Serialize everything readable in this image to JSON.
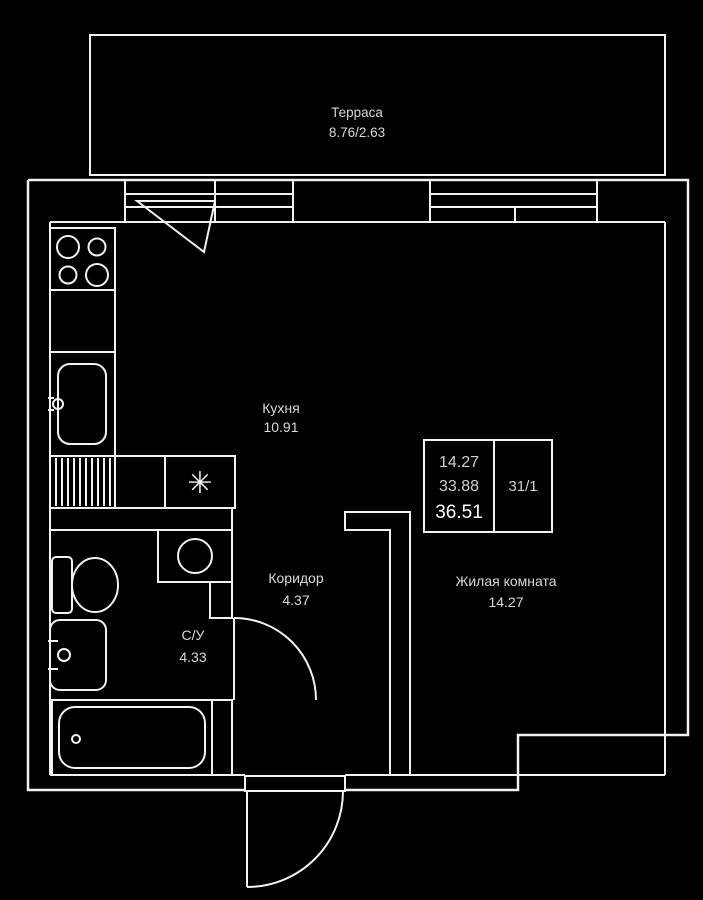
{
  "floor_plan": {
    "colors": {
      "background": "#000000",
      "line": "#f2f2f2",
      "text": "#d9d9d9"
    },
    "rooms": {
      "terrace": {
        "name": "Терраса",
        "area": "8.76/2.63"
      },
      "kitchen": {
        "name": "Кухня",
        "area": "10.91"
      },
      "corridor": {
        "name": "Коридор",
        "area": "4.37"
      },
      "bathroom": {
        "name": "С/У",
        "area": "4.33"
      },
      "living_room": {
        "name": "Жилая комната",
        "area": "14.27"
      }
    },
    "info_box": {
      "living_area": "14.27",
      "floor_area": "33.88",
      "total_area": "36.51",
      "unit_number": "31/1"
    },
    "symbols": {
      "refrigerator": "✳"
    }
  }
}
